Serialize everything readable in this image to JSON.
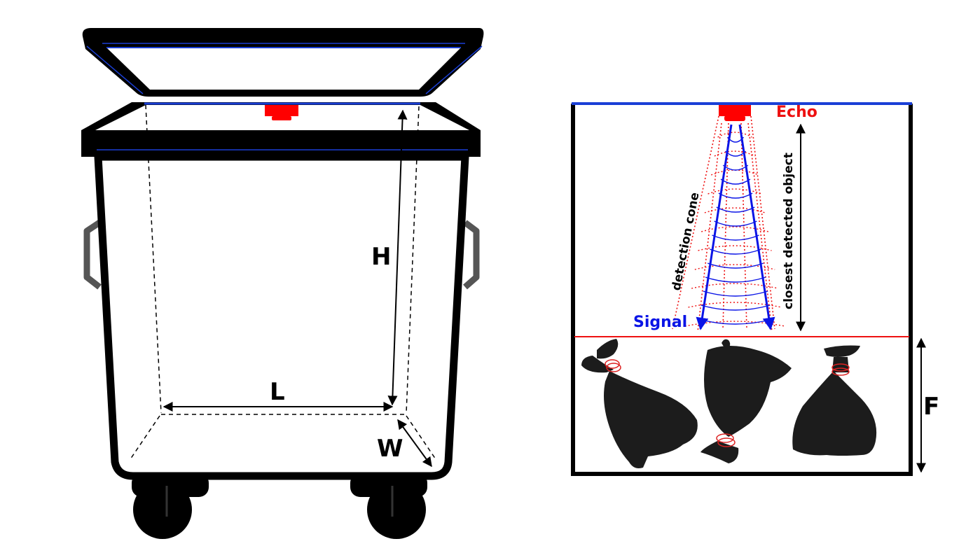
{
  "dimension_labels": {
    "height": "H",
    "length": "L",
    "width": "W",
    "fill": "F"
  },
  "sensor_labels": {
    "echo": "Echo",
    "signal": "Signal",
    "detection_cone": "detection cone",
    "closest_object": "closest detected object"
  },
  "colors": {
    "outline": "#000000",
    "bin_body": "#ffffff",
    "lid_blue": "#1a3fd6",
    "sensor_red": "#ff0000",
    "signal_blue": "#0a14e6",
    "echo_red": "#ee1111",
    "bag_fill": "#1c1c1c",
    "bag_tie": "#dd2222",
    "handle_gray": "#555555"
  },
  "icons": {
    "sensor": "ultrasonic-sensor-icon",
    "bag": "garbage-bag-icon",
    "wheel": "wheel-icon"
  }
}
